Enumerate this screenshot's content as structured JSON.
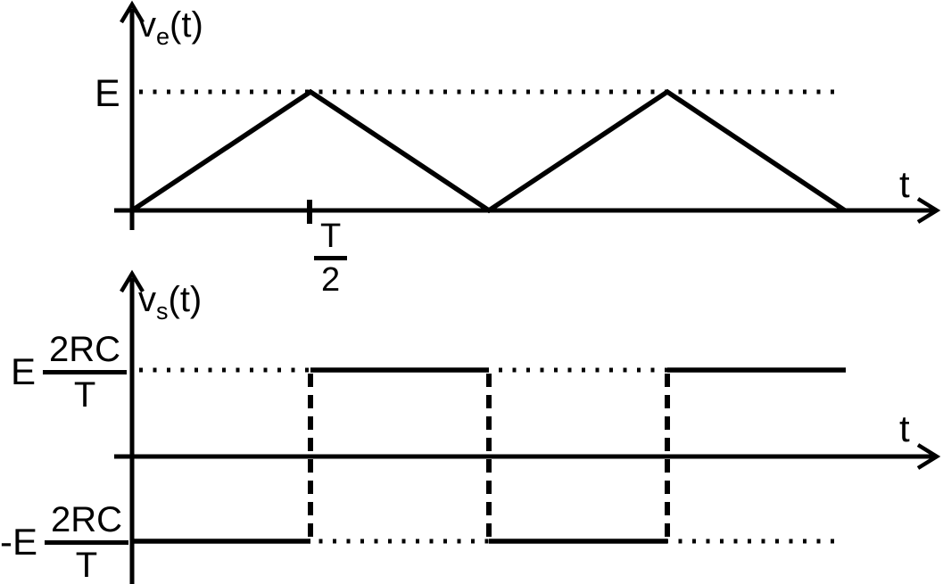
{
  "colors": {
    "ink": "#000000",
    "background": "#ffffff"
  },
  "top_plot": {
    "signal_label": {
      "base": "v",
      "subscript": "e",
      "args": "(t)"
    },
    "amplitude_label": "E",
    "time_axis_label": "t",
    "half_period_tick": {
      "numerator": "T",
      "denominator": "2"
    },
    "waveform": {
      "type": "triangle",
      "vertices_t": [
        "0",
        "T/2",
        "T",
        "3T/2",
        "2T"
      ],
      "vertices_v": [
        "0",
        "E",
        "0",
        "E",
        "0"
      ]
    }
  },
  "bottom_plot": {
    "signal_label": {
      "base": "v",
      "subscript": "s",
      "args": "(t)"
    },
    "time_axis_label": "t",
    "high_level_label": {
      "coefficient": "E",
      "numerator": "2RC",
      "denominator": "T"
    },
    "low_level_label": {
      "coefficient": "-E",
      "numerator": "2RC",
      "denominator": "T"
    },
    "waveform": {
      "type": "square",
      "segments": [
        {
          "from_t": "0",
          "to_t": "T/2",
          "level": "-E·2RC/T"
        },
        {
          "from_t": "T/2",
          "to_t": "T",
          "level": "E·2RC/T"
        },
        {
          "from_t": "T",
          "to_t": "3T/2",
          "level": "-E·2RC/T"
        },
        {
          "from_t": "3T/2",
          "to_t": "2T",
          "level": "E·2RC/T"
        }
      ]
    }
  }
}
